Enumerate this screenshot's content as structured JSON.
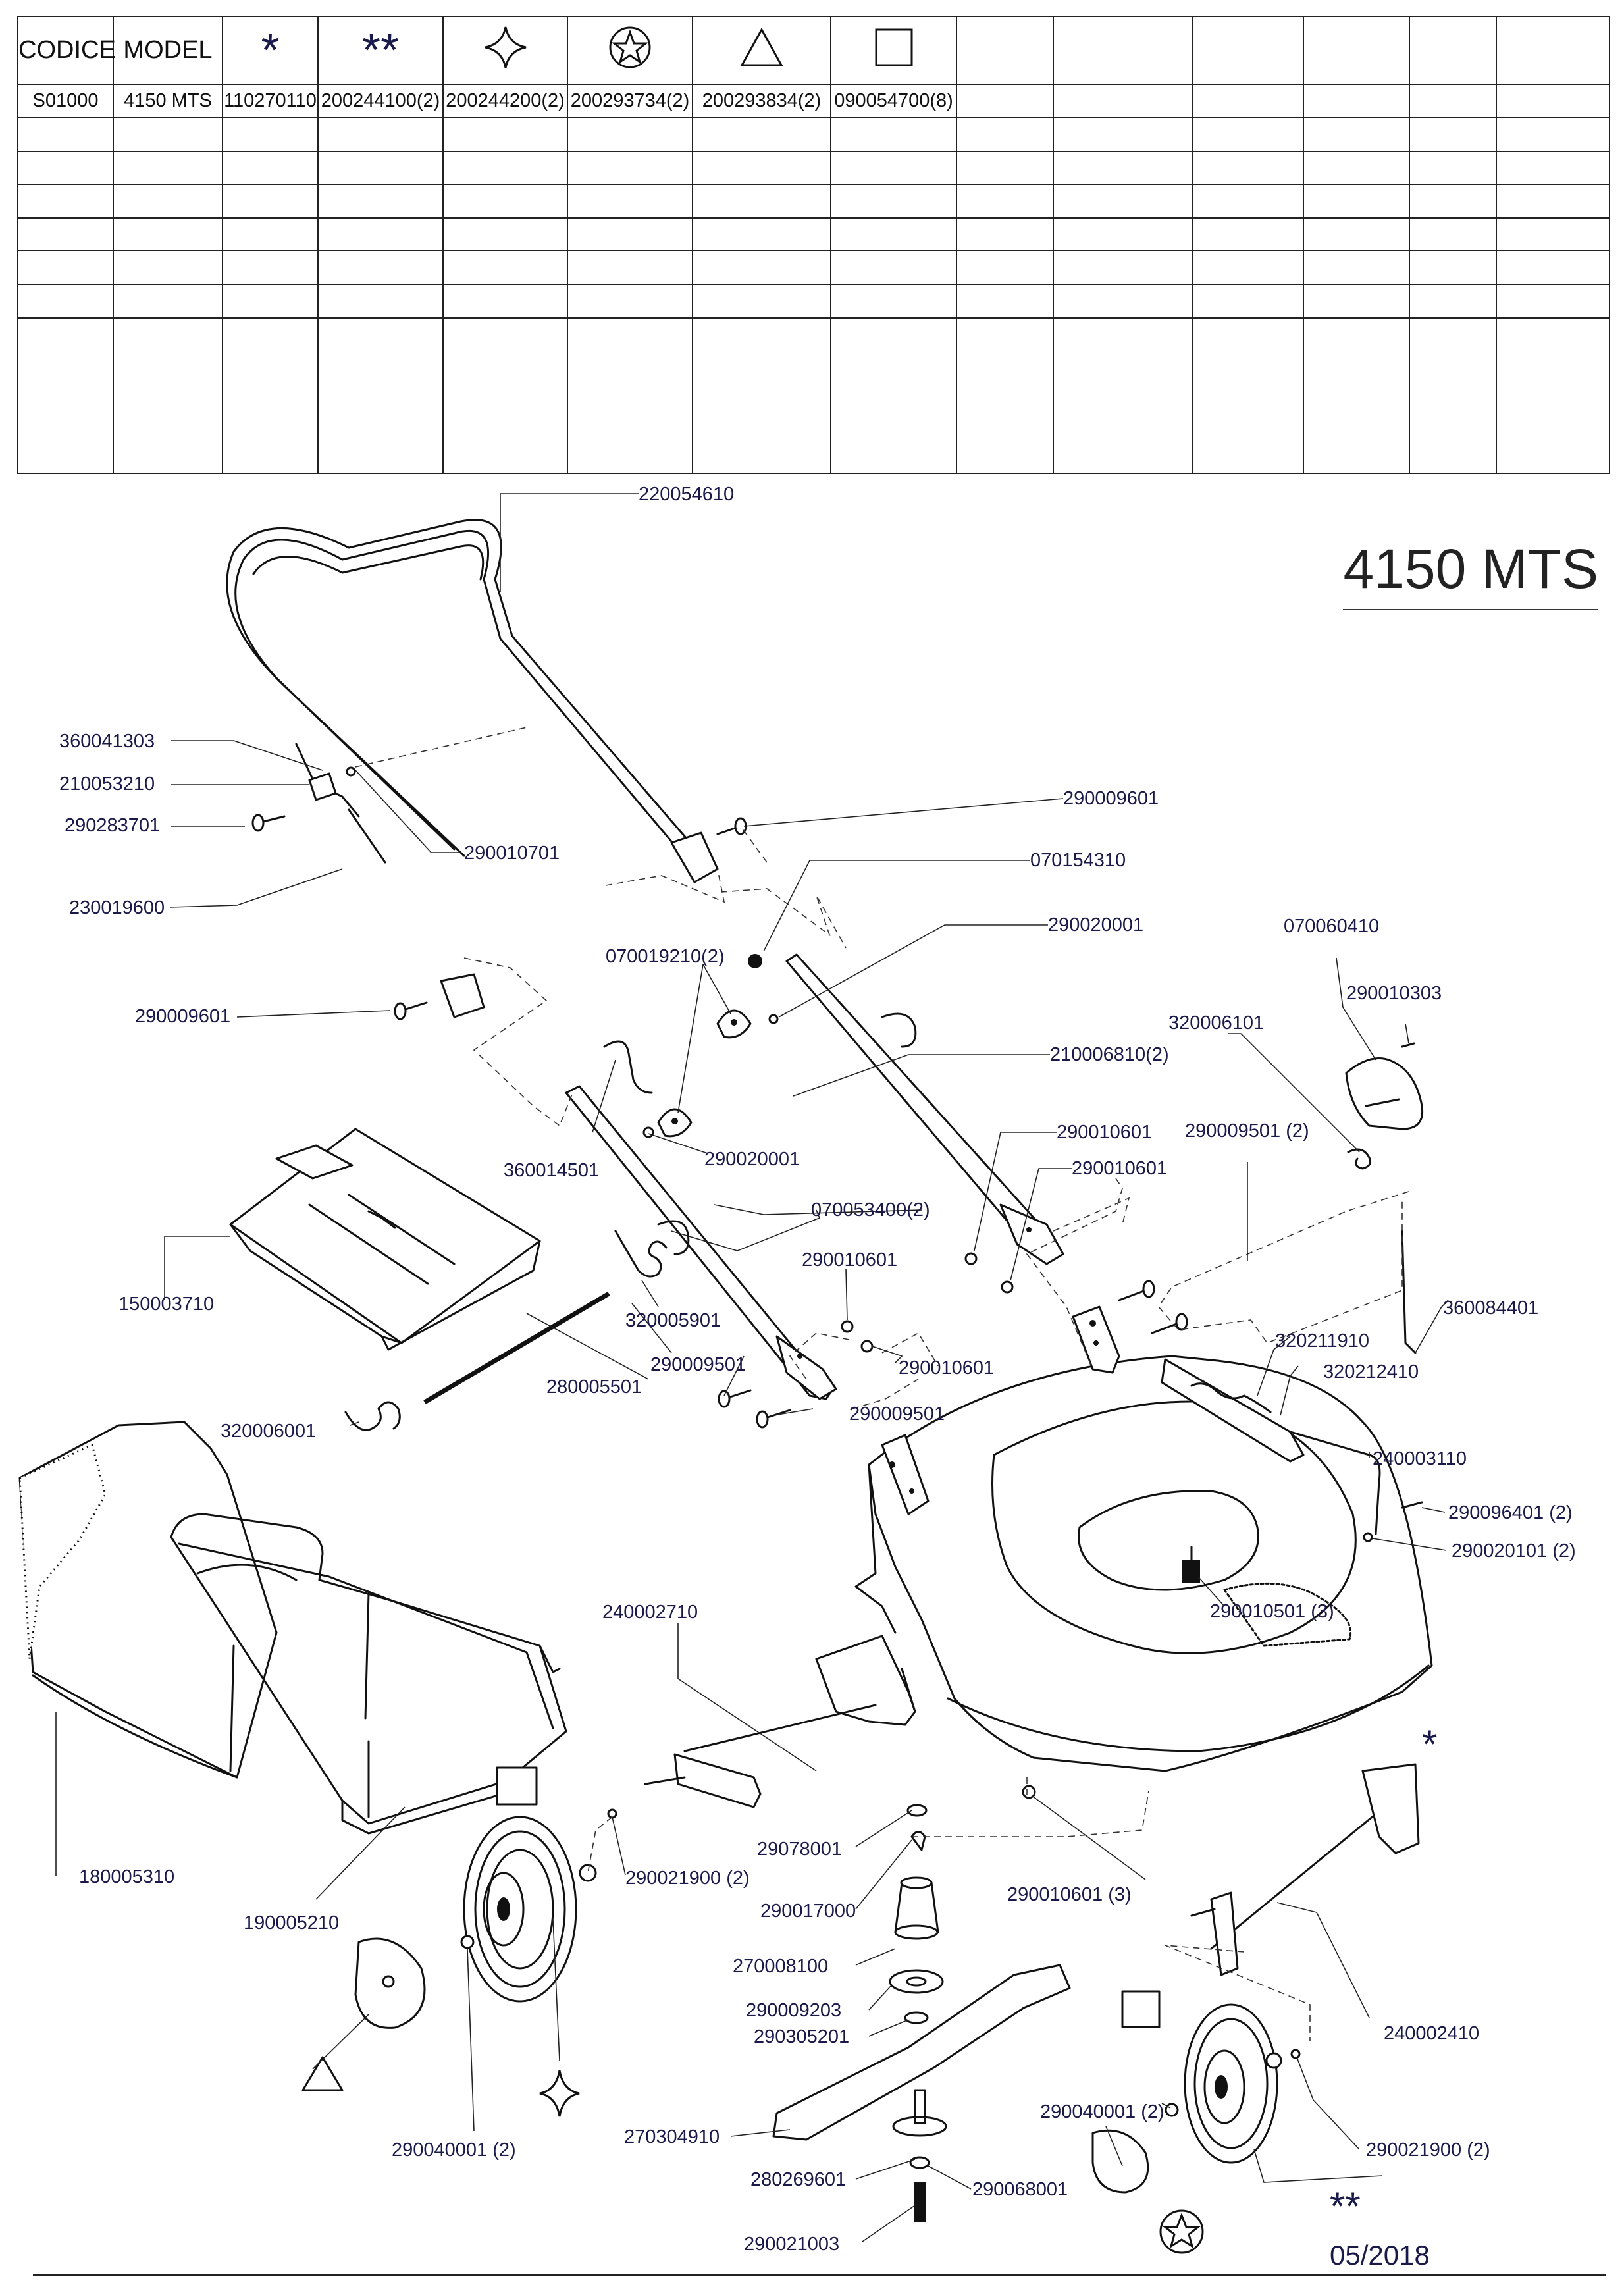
{
  "table": {
    "headers": {
      "codice": "CODICE",
      "model": "MODEL"
    },
    "symbols": {
      "single_star": "*",
      "double_star": "**",
      "col3": "four-point-star-icon",
      "col4": "circled-star-icon",
      "col5": "triangle-icon",
      "col6": "square-icon"
    },
    "row": [
      "S01000",
      "4150 MTS",
      "110270110",
      "200244100(2)",
      "200244200(2)",
      "200293734(2)",
      "200293834(2)",
      "090054700(8)"
    ]
  },
  "title": "4150 MTS",
  "date": "05/2018",
  "markers": {
    "single_star": "*",
    "double_star": "**"
  },
  "labels": {
    "l220054610": "220054610",
    "l360041303": "360041303",
    "l210053210": "210053210",
    "l290283701": "290283701",
    "l230019600": "230019600",
    "l290010701": "290010701",
    "l290009601a": "290009601",
    "l290009601b": "290009601",
    "l070154310": "070154310",
    "l290020001a": "290020001",
    "l070019210": "070019210(2)",
    "l070060410": "070060410",
    "l290010303": "290010303",
    "l320006101": "320006101",
    "l210006810": "210006810(2)",
    "l360014501": "360014501",
    "l290020001b": "290020001",
    "l290010601a": "290010601",
    "l290009501a": "290009501 (2)",
    "l290010601b": "290010601",
    "l070053400": "070053400(2)",
    "l150003710": "150003710",
    "l290010601c": "290010601",
    "l320005901": "320005901",
    "l360084401": "360084401",
    "l320211910": "320211910",
    "l320212410": "320212410",
    "l290009501b": "290009501",
    "l290010601d": "290010601",
    "l280005501": "280005501",
    "l290009501c": "290009501",
    "l320006001": "320006001",
    "l240003110": "240003110",
    "l290096401": "290096401 (2)",
    "l290020101": "290020101 (2)",
    "l290010501": "290010501 (3)",
    "l240002710": "240002710",
    "l180005310": "180005310",
    "l190005210": "190005210",
    "l290021900a": "290021900 (2)",
    "l29078001": "29078001",
    "l290017000": "290017000",
    "l290010601e": "290010601 (3)",
    "l270008100": "270008100",
    "l290009203": "290009203",
    "l290305201": "290305201",
    "l240002410": "240002410",
    "l290040001a": "290040001 (2)",
    "l290040001b": "290040001 (2)",
    "l290021900b": "290021900 (2)",
    "l270304910": "270304910",
    "l280269601": "280269601",
    "l290068001": "290068001",
    "l290021003": "290021003"
  }
}
